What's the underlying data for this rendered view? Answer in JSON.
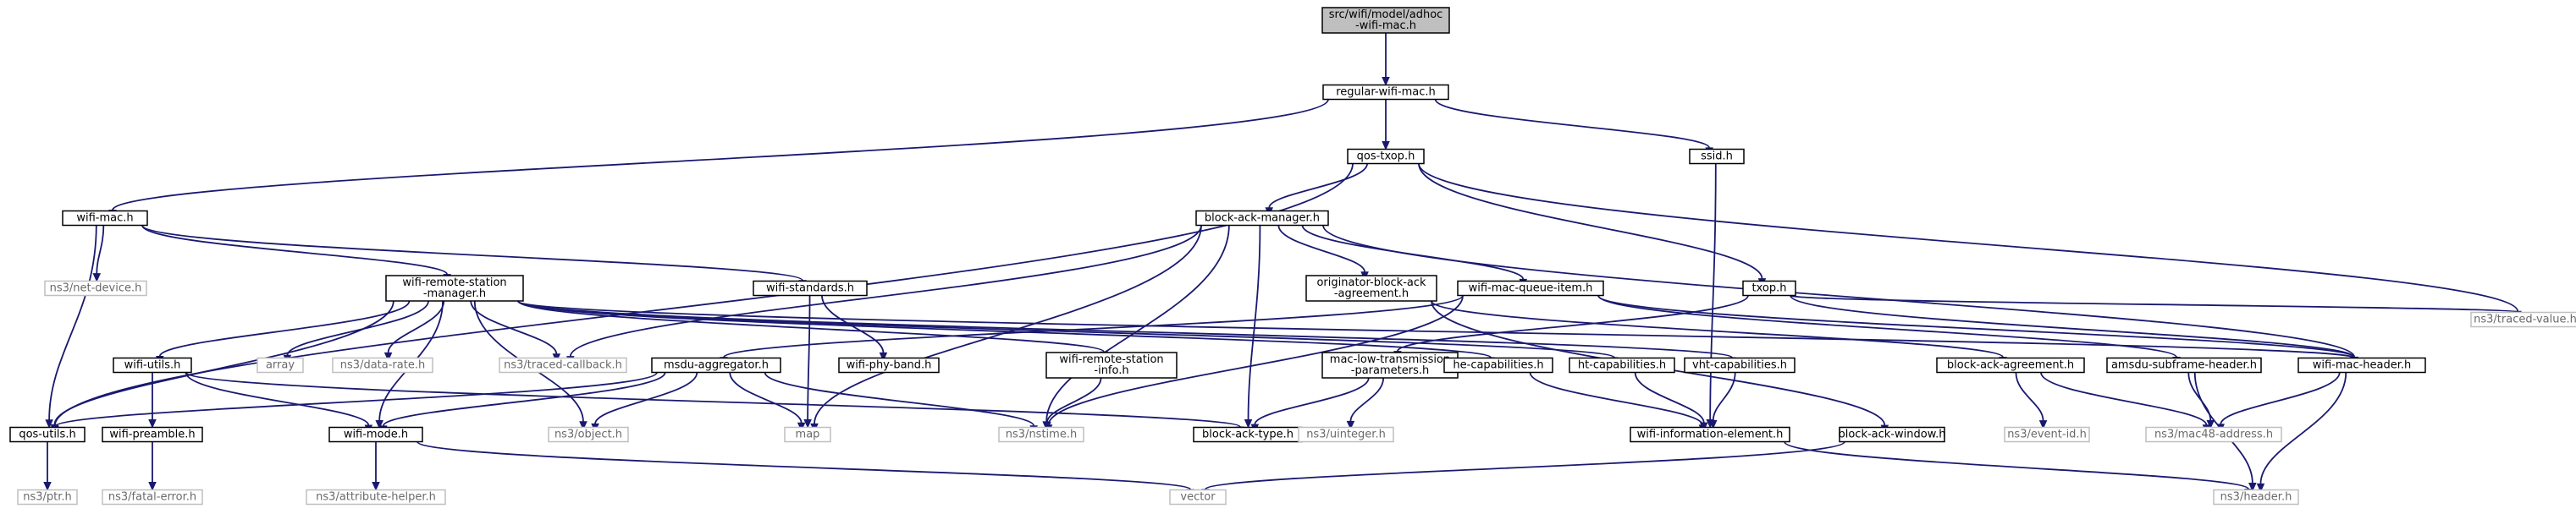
{
  "diagram": {
    "colors": {
      "edge": "#191970",
      "root_fill": "#bfbfbf",
      "node_border": "#000000",
      "external_border": "#bfbfbf",
      "external_text": "#6a6a6a"
    },
    "nodes": [
      {
        "id": "adhoc",
        "lines": [
          "src/wifi/model/adhoc",
          "-wifi-mac.h"
        ],
        "kind": "root"
      },
      {
        "id": "regular",
        "lines": [
          "regular-wifi-mac.h"
        ],
        "kind": "local"
      },
      {
        "id": "qostxop",
        "lines": [
          "qos-txop.h"
        ],
        "kind": "local"
      },
      {
        "id": "ssid",
        "lines": [
          "ssid.h"
        ],
        "kind": "local"
      },
      {
        "id": "wifimac",
        "lines": [
          "wifi-mac.h"
        ],
        "kind": "local"
      },
      {
        "id": "bam",
        "lines": [
          "block-ack-manager.h"
        ],
        "kind": "local"
      },
      {
        "id": "netdevice",
        "lines": [
          "ns3/net-device.h"
        ],
        "kind": "ext"
      },
      {
        "id": "wrsm",
        "lines": [
          "wifi-remote-station",
          "-manager.h"
        ],
        "kind": "local"
      },
      {
        "id": "wstd",
        "lines": [
          "wifi-standards.h"
        ],
        "kind": "local"
      },
      {
        "id": "obaa",
        "lines": [
          "originator-block-ack",
          "-agreement.h"
        ],
        "kind": "local"
      },
      {
        "id": "wmqi",
        "lines": [
          "wifi-mac-queue-item.h"
        ],
        "kind": "local"
      },
      {
        "id": "txop",
        "lines": [
          "txop.h"
        ],
        "kind": "local"
      },
      {
        "id": "tracedvalue",
        "lines": [
          "ns3/traced-value.h"
        ],
        "kind": "ext"
      },
      {
        "id": "array",
        "lines": [
          "array"
        ],
        "kind": "ext"
      },
      {
        "id": "datarate",
        "lines": [
          "ns3/data-rate.h"
        ],
        "kind": "ext"
      },
      {
        "id": "tracedcb",
        "lines": [
          "ns3/traced-callback.h"
        ],
        "kind": "ext"
      },
      {
        "id": "wifiutils",
        "lines": [
          "wifi-utils.h"
        ],
        "kind": "local"
      },
      {
        "id": "wifiphyband",
        "lines": [
          "wifi-phy-band.h"
        ],
        "kind": "local"
      },
      {
        "id": "msdu",
        "lines": [
          "msdu-aggregator.h"
        ],
        "kind": "local"
      },
      {
        "id": "wrsi",
        "lines": [
          "wifi-remote-station",
          "-info.h"
        ],
        "kind": "local"
      },
      {
        "id": "mltp",
        "lines": [
          "mac-low-transmission",
          "-parameters.h"
        ],
        "kind": "local"
      },
      {
        "id": "hecap",
        "lines": [
          "he-capabilities.h"
        ],
        "kind": "local"
      },
      {
        "id": "htcap",
        "lines": [
          "ht-capabilities.h"
        ],
        "kind": "local"
      },
      {
        "id": "vhtcap",
        "lines": [
          "vht-capabilities.h"
        ],
        "kind": "local"
      },
      {
        "id": "baa",
        "lines": [
          "block-ack-agreement.h"
        ],
        "kind": "local"
      },
      {
        "id": "amsdu",
        "lines": [
          "amsdu-subframe-header.h"
        ],
        "kind": "local"
      },
      {
        "id": "wmh",
        "lines": [
          "wifi-mac-header.h"
        ],
        "kind": "local"
      },
      {
        "id": "qosutils",
        "lines": [
          "qos-utils.h"
        ],
        "kind": "local"
      },
      {
        "id": "wifipreamble",
        "lines": [
          "wifi-preamble.h"
        ],
        "kind": "local"
      },
      {
        "id": "wifimode",
        "lines": [
          "wifi-mode.h"
        ],
        "kind": "local"
      },
      {
        "id": "object",
        "lines": [
          "ns3/object.h"
        ],
        "kind": "ext"
      },
      {
        "id": "map",
        "lines": [
          "map"
        ],
        "kind": "ext"
      },
      {
        "id": "nstime",
        "lines": [
          "ns3/nstime.h"
        ],
        "kind": "ext"
      },
      {
        "id": "batype",
        "lines": [
          "block-ack-type.h"
        ],
        "kind": "local"
      },
      {
        "id": "uinteger",
        "lines": [
          "ns3/uinteger.h"
        ],
        "kind": "ext"
      },
      {
        "id": "wie",
        "lines": [
          "wifi-information-element.h"
        ],
        "kind": "local"
      },
      {
        "id": "baw",
        "lines": [
          "block-ack-window.h"
        ],
        "kind": "local"
      },
      {
        "id": "eventid",
        "lines": [
          "ns3/event-id.h"
        ],
        "kind": "ext"
      },
      {
        "id": "mac48",
        "lines": [
          "ns3/mac48-address.h"
        ],
        "kind": "ext"
      },
      {
        "id": "ptr",
        "lines": [
          "ns3/ptr.h"
        ],
        "kind": "ext"
      },
      {
        "id": "fatalerror",
        "lines": [
          "ns3/fatal-error.h"
        ],
        "kind": "ext"
      },
      {
        "id": "attrhelper",
        "lines": [
          "ns3/attribute-helper.h"
        ],
        "kind": "ext"
      },
      {
        "id": "vector",
        "lines": [
          "vector"
        ],
        "kind": "ext"
      },
      {
        "id": "header",
        "lines": [
          "ns3/header.h"
        ],
        "kind": "ext"
      }
    ],
    "edges": [
      [
        "adhoc",
        "regular"
      ],
      [
        "regular",
        "wifimac"
      ],
      [
        "regular",
        "qostxop"
      ],
      [
        "regular",
        "ssid"
      ],
      [
        "qostxop",
        "qosutils"
      ],
      [
        "qostxop",
        "bam"
      ],
      [
        "qostxop",
        "txop"
      ],
      [
        "qostxop",
        "tracedvalue"
      ],
      [
        "ssid",
        "wie"
      ],
      [
        "wifimac",
        "qosutils"
      ],
      [
        "wifimac",
        "netdevice"
      ],
      [
        "wifimac",
        "wrsm"
      ],
      [
        "wifimac",
        "wstd"
      ],
      [
        "bam",
        "tracedcb"
      ],
      [
        "bam",
        "map"
      ],
      [
        "bam",
        "nstime"
      ],
      [
        "bam",
        "obaa"
      ],
      [
        "bam",
        "wmqi"
      ],
      [
        "bam",
        "batype"
      ],
      [
        "bam",
        "wmh"
      ],
      [
        "wrsm",
        "qosutils"
      ],
      [
        "wrsm",
        "wifiutils"
      ],
      [
        "wrsm",
        "array"
      ],
      [
        "wrsm",
        "datarate"
      ],
      [
        "wrsm",
        "tracedcb"
      ],
      [
        "wrsm",
        "wifimode"
      ],
      [
        "wrsm",
        "object"
      ],
      [
        "wrsm",
        "wrsi"
      ],
      [
        "wrsm",
        "hecap"
      ],
      [
        "wrsm",
        "htcap"
      ],
      [
        "wrsm",
        "vhtcap"
      ],
      [
        "wrsm",
        "wmh"
      ],
      [
        "wstd",
        "wifiphyband"
      ],
      [
        "wstd",
        "map"
      ],
      [
        "obaa",
        "baa"
      ],
      [
        "obaa",
        "baw"
      ],
      [
        "wmqi",
        "msdu"
      ],
      [
        "wmqi",
        "nstime"
      ],
      [
        "wmqi",
        "amsdu"
      ],
      [
        "wmqi",
        "wmh"
      ],
      [
        "txop",
        "mltp"
      ],
      [
        "txop",
        "tracedvalue"
      ],
      [
        "txop",
        "wmh"
      ],
      [
        "wifiutils",
        "wifipreamble"
      ],
      [
        "wifiutils",
        "wifimode"
      ],
      [
        "wifiutils",
        "batype"
      ],
      [
        "msdu",
        "qosutils"
      ],
      [
        "msdu",
        "wifimode"
      ],
      [
        "msdu",
        "object"
      ],
      [
        "msdu",
        "map"
      ],
      [
        "msdu",
        "nstime"
      ],
      [
        "wrsi",
        "nstime"
      ],
      [
        "mltp",
        "batype"
      ],
      [
        "mltp",
        "uinteger"
      ],
      [
        "hecap",
        "wie"
      ],
      [
        "htcap",
        "wie"
      ],
      [
        "vhtcap",
        "wie"
      ],
      [
        "baa",
        "eventid"
      ],
      [
        "baa",
        "mac48"
      ],
      [
        "amsdu",
        "mac48"
      ],
      [
        "amsdu",
        "header"
      ],
      [
        "wmh",
        "mac48"
      ],
      [
        "wmh",
        "header"
      ],
      [
        "qosutils",
        "ptr"
      ],
      [
        "wifipreamble",
        "fatalerror"
      ],
      [
        "wifimode",
        "attrhelper"
      ],
      [
        "wifimode",
        "vector"
      ],
      [
        "wie",
        "header"
      ],
      [
        "baw",
        "vector"
      ]
    ]
  }
}
